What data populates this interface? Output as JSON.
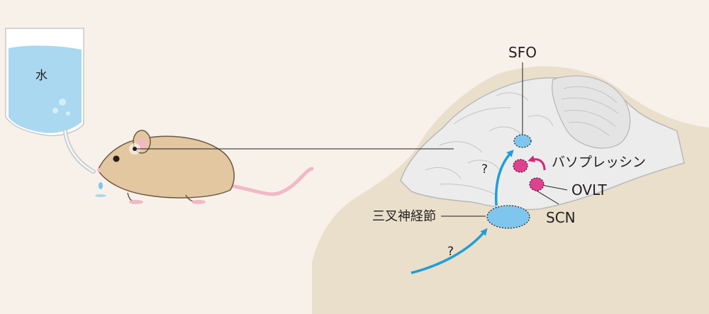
{
  "labels": {
    "water": "水",
    "sfo": "SFO",
    "vasopressin": "バソプレッシン",
    "ovlt": "OVLT",
    "scn": "SCN",
    "trigeminal_ganglion": "三叉神経節",
    "question_upper": "?",
    "question_lower": "?"
  },
  "colors": {
    "background": "#f7f1ea",
    "head_silhouette": "#eadfcb",
    "brain": "#ececec",
    "water": "#a9d8f0",
    "nucleus_blue": "#7fc6ee",
    "nucleus_pink": "#e0418f",
    "arrow_blue": "#1f9fd8",
    "arrow_magenta": "#d6247f",
    "mouse_fur": "#e2c7a0",
    "mouse_tail": "#f2b9c4"
  }
}
